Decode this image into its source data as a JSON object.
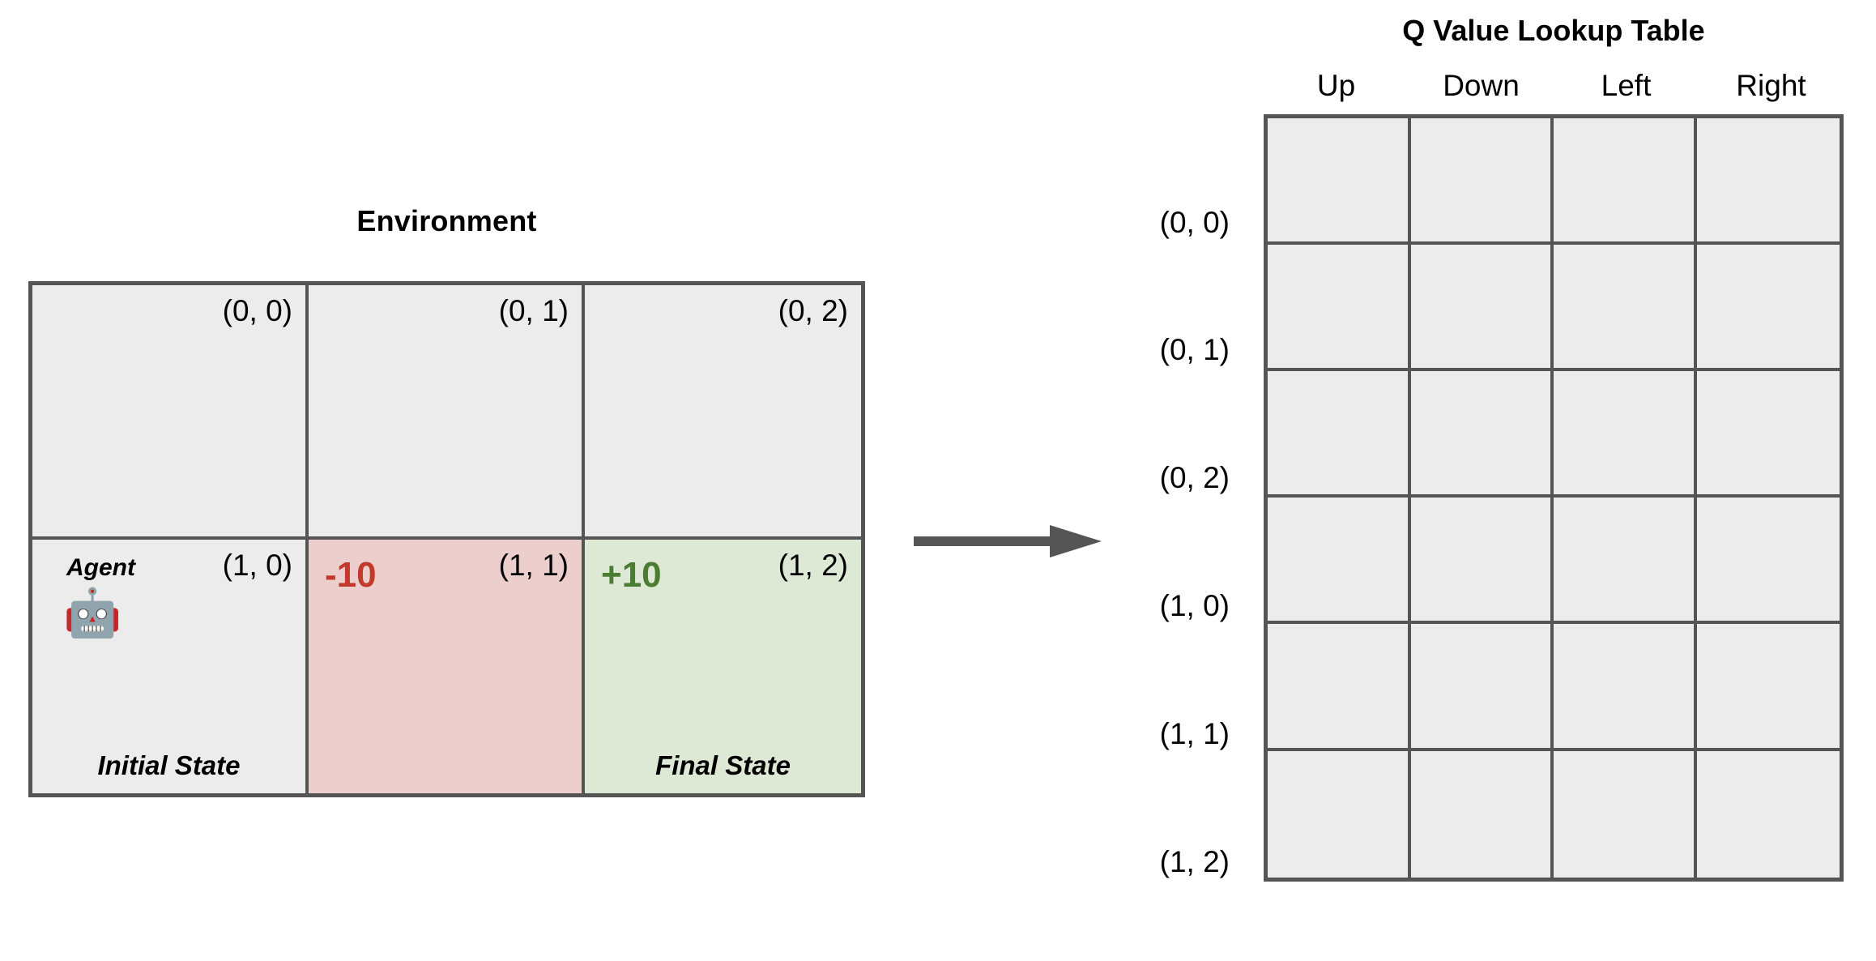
{
  "environment": {
    "title": "Environment",
    "agent_label": "Agent",
    "agent_icon": "robot-emoji",
    "agent_glyph": "🤖",
    "initial_state_label": "Initial State",
    "final_state_label": "Final State",
    "negative_reward": "-10",
    "positive_reward": "+10",
    "cells": [
      {
        "coord": "(0, 0)",
        "type": "empty"
      },
      {
        "coord": "(0, 1)",
        "type": "empty"
      },
      {
        "coord": "(0, 2)",
        "type": "empty"
      },
      {
        "coord": "(1, 0)",
        "type": "initial"
      },
      {
        "coord": "(1, 1)",
        "type": "penalty"
      },
      {
        "coord": "(1, 2)",
        "type": "goal"
      }
    ],
    "colors": {
      "cell_background": "#ececec",
      "border": "#555555",
      "penalty_background": "#eccfcc",
      "penalty_text": "#c0392b",
      "goal_background": "#dde8d5",
      "goal_text": "#4a7c33"
    }
  },
  "arrow": {
    "name": "right-arrow",
    "color": "#555555"
  },
  "q_table": {
    "title": "Q Value Lookup Table",
    "columns": [
      "Up",
      "Down",
      "Left",
      "Right"
    ],
    "rows": [
      {
        "state": "(0, 0)",
        "values": [
          "",
          "",
          "",
          ""
        ]
      },
      {
        "state": "(0, 1)",
        "values": [
          "",
          "",
          "",
          ""
        ]
      },
      {
        "state": "(0, 2)",
        "values": [
          "",
          "",
          "",
          ""
        ]
      },
      {
        "state": "(1, 0)",
        "values": [
          "",
          "",
          "",
          ""
        ]
      },
      {
        "state": "(1, 1)",
        "values": [
          "",
          "",
          "",
          ""
        ]
      },
      {
        "state": "(1, 2)",
        "values": [
          "",
          "",
          "",
          ""
        ]
      }
    ],
    "colors": {
      "cell_background": "#ececec",
      "border": "#555555"
    }
  }
}
